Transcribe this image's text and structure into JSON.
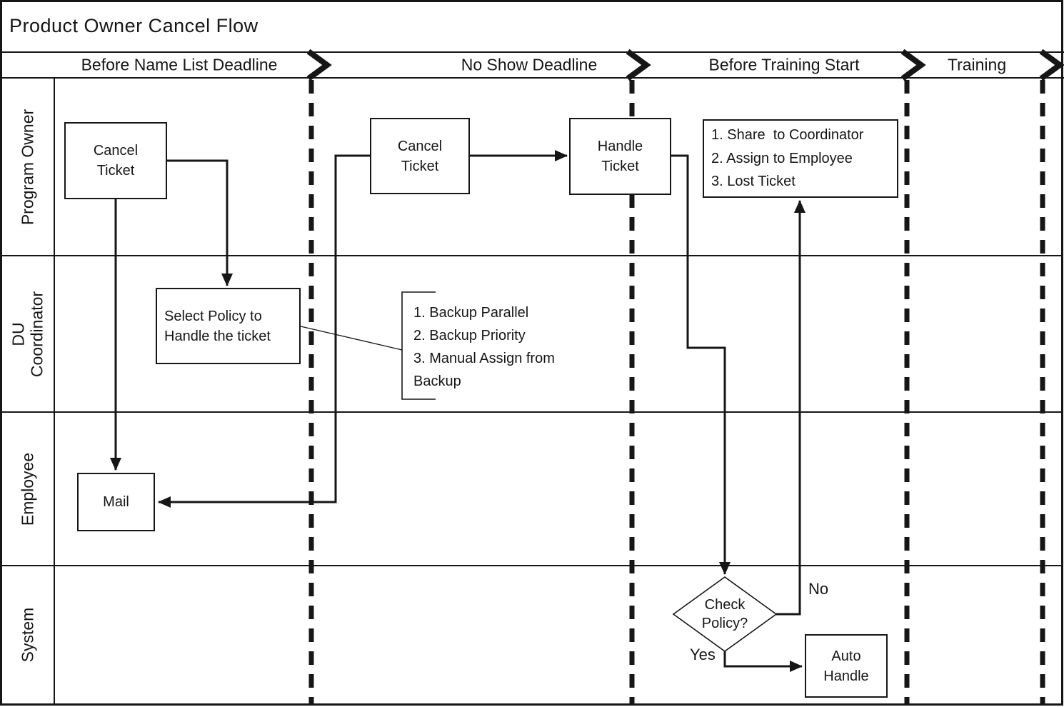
{
  "title": "Product Owner Cancel Flow",
  "phases": [
    {
      "label": "Before Name List Deadline"
    },
    {
      "label": "No Show Deadline"
    },
    {
      "label": "Before Training Start"
    },
    {
      "label": "Training"
    }
  ],
  "lanes": [
    {
      "label": "Program Owner"
    },
    {
      "label": "DU\nCoordinator"
    },
    {
      "label": "Employee"
    },
    {
      "label": "System"
    }
  ],
  "nodes": {
    "cancel_ticket_1": {
      "label": "Cancel Ticket"
    },
    "cancel_ticket_2": {
      "label": "Cancel Ticket"
    },
    "handle_ticket": {
      "label": "Handle Ticket"
    },
    "handle_options": {
      "lines": [
        "1. Share  to Coordinator",
        "2. Assign to Employee",
        "3. Lost Ticket"
      ]
    },
    "select_policy": {
      "label": "Select Policy to Handle the ticket"
    },
    "backup_note": {
      "lines": [
        "1. Backup Parallel",
        "2. Backup Priority",
        "3. Manual Assign from Backup"
      ]
    },
    "mail": {
      "label": "Mail"
    },
    "check_policy": {
      "label": "Check Policy?"
    },
    "auto_handle": {
      "label": "Auto Handle"
    }
  },
  "edge_labels": {
    "yes": "Yes",
    "no": "No"
  },
  "colors": {
    "line": "#161616",
    "background": "#ffffff"
  }
}
